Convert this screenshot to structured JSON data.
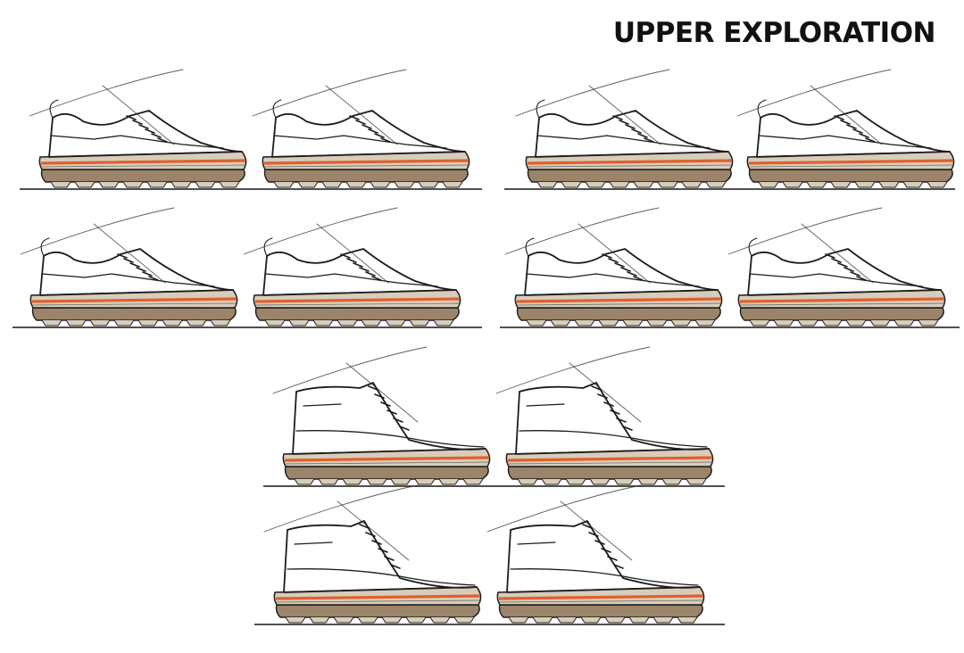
{
  "title": "UPPER EXPLORATION",
  "colors": {
    "ink": "#1c1c1c",
    "sole_accent": "#e0602c",
    "midsole": "#d8ccbb",
    "outsole": "#9b8469",
    "upper_fill": "#ffffff"
  },
  "sketches": [
    {
      "id": "low-1",
      "style": "low"
    },
    {
      "id": "low-2",
      "style": "low"
    },
    {
      "id": "low-3",
      "style": "low"
    },
    {
      "id": "low-4",
      "style": "low"
    },
    {
      "id": "low-5",
      "style": "low"
    },
    {
      "id": "low-6",
      "style": "low"
    },
    {
      "id": "low-7",
      "style": "low"
    },
    {
      "id": "low-8",
      "style": "low"
    },
    {
      "id": "high-1",
      "style": "high"
    },
    {
      "id": "high-2",
      "style": "high"
    },
    {
      "id": "high-3",
      "style": "high"
    },
    {
      "id": "high-4",
      "style": "high"
    }
  ]
}
